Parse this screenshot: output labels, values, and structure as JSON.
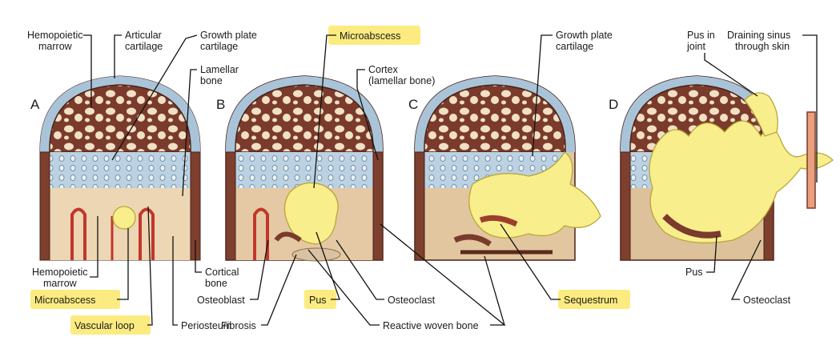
{
  "panels": [
    "A",
    "B",
    "C",
    "D"
  ],
  "labels": {
    "hemopoietic_marrow_top": [
      "Hemopoietic",
      "marrow"
    ],
    "articular_cartilage": [
      "Articular",
      "cartilage"
    ],
    "growth_plate_cartilage_a": [
      "Growth plate",
      "cartilage"
    ],
    "lamellar_bone": [
      "Lamellar",
      "bone"
    ],
    "microabscess_top": "Microabscess",
    "cortex": [
      "Cortex",
      "(lamellar bone)"
    ],
    "growth_plate_cartilage_c": [
      "Growth plate",
      "cartilage"
    ],
    "pus_in_joint": [
      "Pus in",
      "joint"
    ],
    "draining_sinus": [
      "Draining sinus",
      "through skin"
    ],
    "hemopoietic_marrow_bottom": [
      "Hemopoietic",
      "marrow"
    ],
    "cortical_bone": [
      "Cortical",
      "bone"
    ],
    "microabscess_bottom": "Microabscess",
    "vascular_loop": "Vascular loop",
    "periosteum": "Periosteum",
    "osteoblast": "Osteoblast",
    "pus_b": "Pus",
    "fibrosis": "Fibrosis",
    "osteoclast_b": "Osteoclast",
    "reactive_woven_bone": "Reactive woven bone",
    "sequestrum": "Sequestrum",
    "pus_d": "Pus",
    "osteoclast_d": "Osteoclast"
  },
  "highlight_color": "#fbe86a"
}
